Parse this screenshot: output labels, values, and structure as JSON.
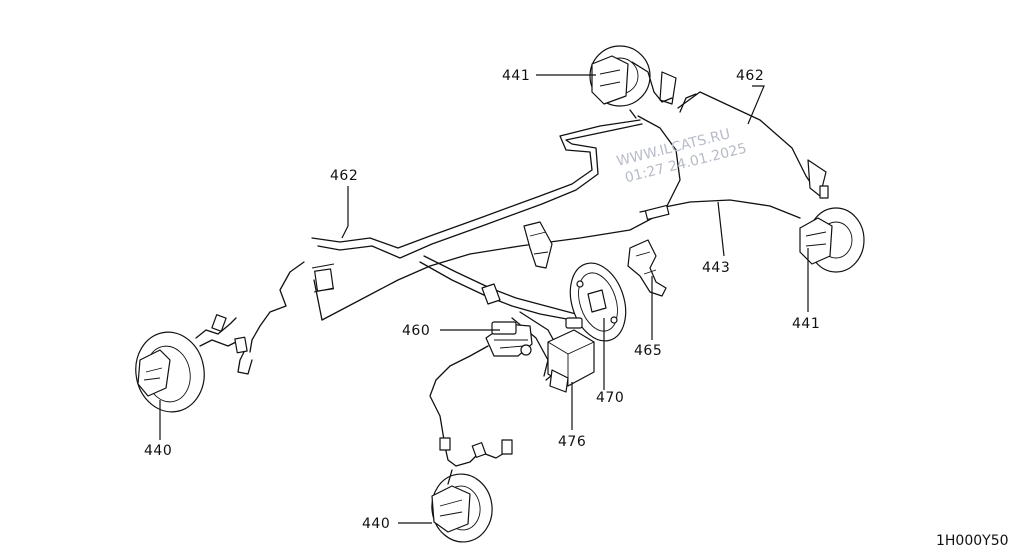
{
  "callouts": {
    "c441_top": "441",
    "c462_top": "462",
    "c462_left": "462",
    "c443": "443",
    "c441_right": "441",
    "c460": "460",
    "c465": "465",
    "c470": "470",
    "c476": "476",
    "c440_left": "440",
    "c440_bottom": "440"
  },
  "watermark": {
    "line1": "WWW.ILCATS.RU",
    "line2": "01:27 24.01.2025"
  },
  "diagram_code": "1H000Y50"
}
